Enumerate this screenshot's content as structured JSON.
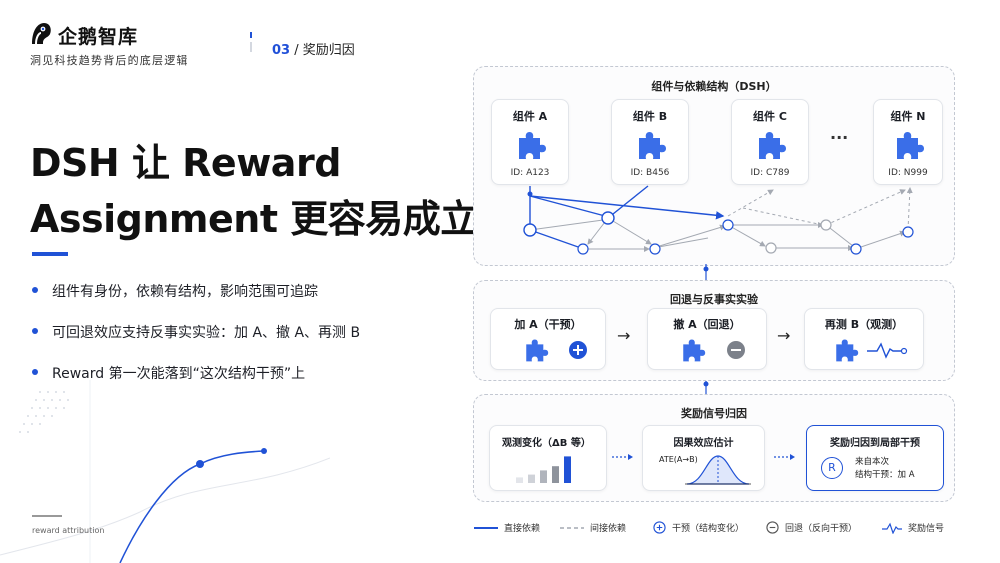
{
  "brand": {
    "name": "企鹅智库",
    "tagline": "洞见科技趋势背后的底层逻辑"
  },
  "breadcrumb": {
    "number": "03",
    "separator": "/",
    "section": "奖励归因"
  },
  "title": {
    "line1": "DSH 让 Reward",
    "line2": "Assignment 更容易成立"
  },
  "bullets": [
    "组件有身份，依赖有结构，影响范围可追踪",
    "可回退效应支持反事实实验：加 A、撤 A、再测 B",
    "Reward 第一次能落到“这次结构干预”上"
  ],
  "footer": "reward attribution",
  "dsh_panel": {
    "title": "组件与依赖结构（DSH）",
    "components": [
      {
        "name": "组件 A",
        "id": "ID: A123"
      },
      {
        "name": "组件 B",
        "id": "ID: B456"
      },
      {
        "name": "组件 C",
        "id": "ID: C789"
      },
      {
        "name": "组件 N",
        "id": "ID: N999"
      }
    ],
    "ellipsis": "···"
  },
  "experiment_panel": {
    "title": "回退与反事实实验",
    "steps": [
      {
        "label": "加 A（干预）",
        "icon": "plus-circle-icon"
      },
      {
        "label": "撤 A（回退）",
        "icon": "minus-circle-icon"
      },
      {
        "label": "再测 B（观测）",
        "icon": "signal-icon"
      }
    ],
    "arrow": "→"
  },
  "reward_panel": {
    "title": "奖励信号归因",
    "observe": {
      "label": "观测变化（ΔB 等）",
      "bars": [
        0.2,
        0.3,
        0.45,
        0.6,
        0.95
      ]
    },
    "causal": {
      "label": "因果效应估计",
      "formula": "ATE(A→B)"
    },
    "attribution": {
      "label": "奖励归因到局部干预",
      "badge": "R",
      "text1": "来自本次",
      "text2": "结构干预：加 A"
    }
  },
  "legend": [
    {
      "label": "直接依赖",
      "icon": "solid-line"
    },
    {
      "label": "间接依赖",
      "icon": "dashed-line"
    },
    {
      "label": "干预（结构变化）",
      "icon": "plus-circle-icon"
    },
    {
      "label": "回退（反向干预）",
      "icon": "minus-circle-icon"
    },
    {
      "label": "奖励信号",
      "icon": "signal-icon"
    }
  ],
  "colors": {
    "accent": "#2052d6",
    "piece": "#3a6ee8",
    "gray": "#9aa0aa"
  }
}
